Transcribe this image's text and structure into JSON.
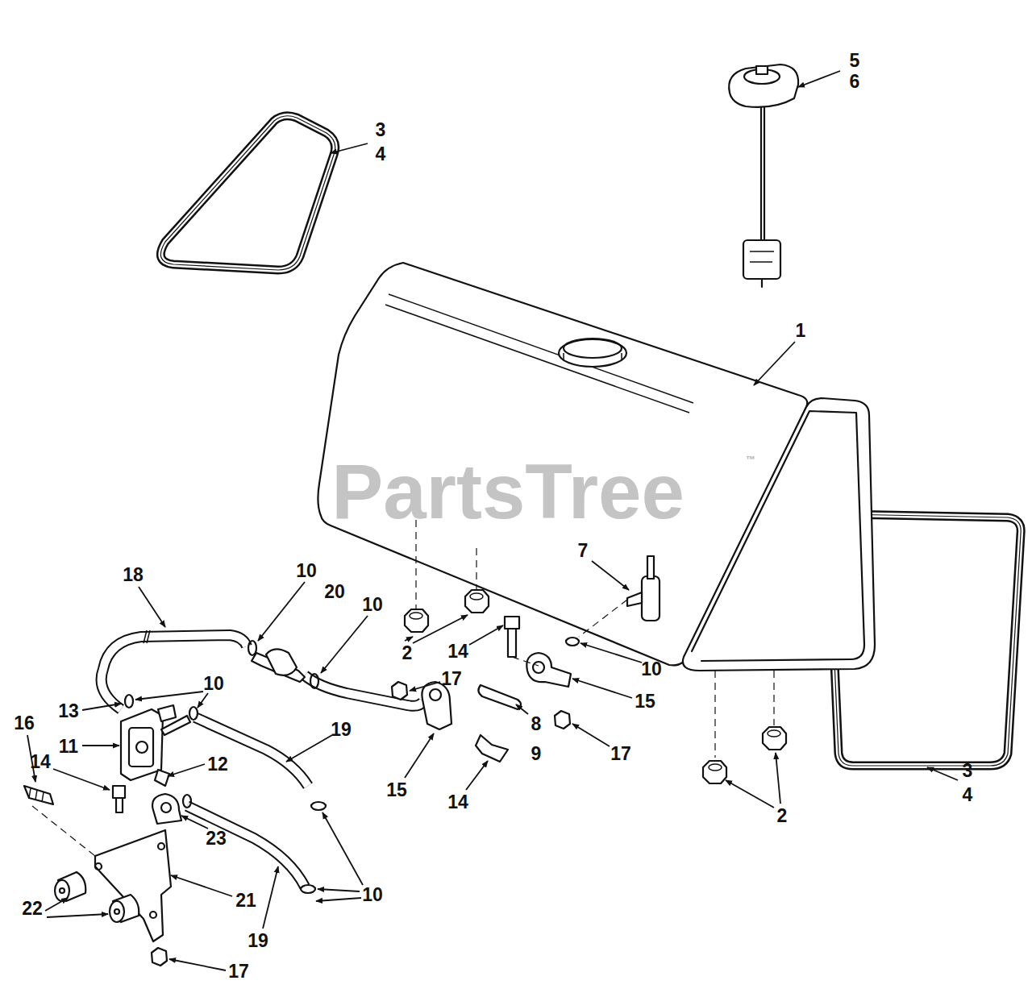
{
  "diagram": {
    "labels": [
      "5",
      "6",
      "3",
      "4",
      "1",
      "PartsTree",
      "™",
      "7",
      "18",
      "10",
      "20",
      "10",
      "2",
      "14",
      "17",
      "10",
      "10",
      "13",
      "16",
      "11",
      "19",
      "15",
      "8",
      "9",
      "17",
      "14",
      "12",
      "15",
      "14",
      "3",
      "4",
      "2",
      "23",
      "10",
      "22",
      "21",
      "19",
      "17"
    ]
  }
}
